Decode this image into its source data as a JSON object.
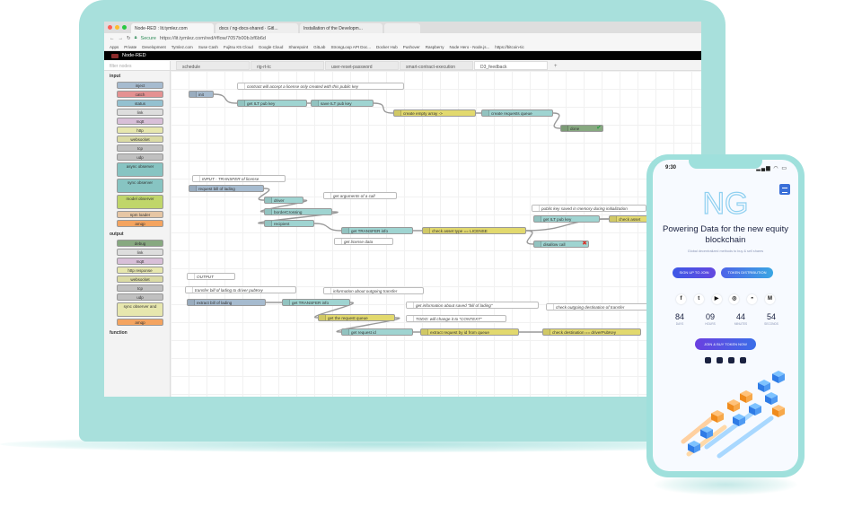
{
  "browser": {
    "tabs": [
      {
        "label": "Node-RED : lit.tymlez.com"
      },
      {
        "label": "docs / ng-docs-shared · Gitl..."
      },
      {
        "label": "Installation of the Developm..."
      },
      {
        "label": ""
      }
    ],
    "url": {
      "secure_label": "Secure",
      "address": "https://lit.tymlez.com/red/#flow/7057b00b.bf6b6d"
    },
    "bookmarks": [
      "Apps",
      "Private",
      "Development",
      "Tymlez.com",
      "Suse Cash",
      "Fujitsu K5 Cloud",
      "Google Cloud",
      "Sharepoint",
      "GitLab",
      "StrongLoop API Doc...",
      "Docker Hub",
      "Pushover",
      "Raspberry",
      "Node Hero - Node.js...",
      "https://bitcoin-tic"
    ]
  },
  "nodered": {
    "app_title": "Node-RED",
    "filter_placeholder": "filter nodes",
    "palette": {
      "input_label": "input",
      "output_label": "output",
      "function_label": "function",
      "input_nodes": [
        {
          "label": "inject",
          "color": "#a6bbcf"
        },
        {
          "label": "catch",
          "color": "#e49191"
        },
        {
          "label": "status",
          "color": "#94c1d0"
        },
        {
          "label": "link",
          "color": "#dddddd"
        },
        {
          "label": "mqtt",
          "color": "#d8bfd8"
        },
        {
          "label": "http",
          "color": "#e7e7ae"
        },
        {
          "label": "websocket",
          "color": "#dbdba4"
        },
        {
          "label": "tcp",
          "color": "#c0c0c0"
        },
        {
          "label": "udp",
          "color": "#c0c0c0"
        },
        {
          "label": "async observer",
          "color": "#87c4c2",
          "tall": true
        },
        {
          "label": "sync observer",
          "color": "#87c4c2",
          "tall": true
        },
        {
          "label": "model observer",
          "color": "#c0d66a",
          "tall": true
        },
        {
          "label": "npm loader",
          "color": "#e6c6a4"
        },
        {
          "label": "amqp",
          "color": "#f4a460"
        }
      ],
      "output_nodes": [
        {
          "label": "debug",
          "color": "#87a980"
        },
        {
          "label": "link",
          "color": "#dddddd"
        },
        {
          "label": "mqtt",
          "color": "#d8bfd8"
        },
        {
          "label": "http response",
          "color": "#e7e7ae"
        },
        {
          "label": "websocket",
          "color": "#dbdba4"
        },
        {
          "label": "tcp",
          "color": "#c0c0c0"
        },
        {
          "label": "udp",
          "color": "#c0c0c0"
        },
        {
          "label": "sync observer and",
          "color": "#e7e7ae",
          "tall": true
        },
        {
          "label": "amqp",
          "color": "#f4a460"
        }
      ]
    },
    "flow_tabs": [
      {
        "label": "schedule"
      },
      {
        "label": "rig-rt-tc"
      },
      {
        "label": "user-reset-password"
      },
      {
        "label": "smart-contract-execution"
      },
      {
        "label": "D3_feedback"
      }
    ],
    "add_tab": "+",
    "flow_nodes": [
      {
        "label": "init",
        "kind": "inject"
      },
      {
        "label": "contract will accept a license only created with this public key",
        "kind": "comment"
      },
      {
        "label": "get ILT pub key",
        "kind": "func"
      },
      {
        "label": "save ILT pub key",
        "kind": "func"
      },
      {
        "label": "create empty array ->",
        "kind": "change"
      },
      {
        "label": "create requests queue",
        "kind": "func"
      },
      {
        "label": "done",
        "kind": "debug"
      },
      {
        "label": "INPUT - TRANSFER of license",
        "kind": "comment"
      },
      {
        "label": "request bill of lading",
        "kind": "inject"
      },
      {
        "label": "get arguments of a call",
        "kind": "comment"
      },
      {
        "label": "driver",
        "kind": "func"
      },
      {
        "label": "borderCrossing",
        "kind": "func"
      },
      {
        "label": "recipient",
        "kind": "func"
      },
      {
        "label": "public key saved in memory during initialization",
        "kind": "comment"
      },
      {
        "label": "get ILT pub key",
        "kind": "func"
      },
      {
        "label": "check asset",
        "kind": "switch"
      },
      {
        "label": "get TRANSFER info",
        "kind": "func"
      },
      {
        "label": "check asset type == LICENSE",
        "kind": "switch"
      },
      {
        "label": "get license data",
        "kind": "comment"
      },
      {
        "label": "disallow call",
        "kind": "func"
      },
      {
        "label": "OUTPUT",
        "kind": "comment"
      },
      {
        "label": "transfer bill of lading to driver pubKey",
        "kind": "comment"
      },
      {
        "label": "information about outgoing transfer",
        "kind": "comment"
      },
      {
        "label": "extract bill of lading",
        "kind": "inject"
      },
      {
        "label": "get TRANSFER info",
        "kind": "func"
      },
      {
        "label": "get information about saved \"bill of lading\"",
        "kind": "comment"
      },
      {
        "label": "check outgoing destination of transfer",
        "kind": "comment"
      },
      {
        "label": "get the request queue",
        "kind": "change"
      },
      {
        "label": "TODO: will change it to \"CONTEXT\"",
        "kind": "comment"
      },
      {
        "label": "get request id",
        "kind": "func"
      },
      {
        "label": "extract request by id from queue",
        "kind": "change"
      },
      {
        "label": "check destination == driverPubKey",
        "kind": "switch"
      }
    ],
    "colors": {
      "inject": "#a6bbcf",
      "func": "#9fd4d1",
      "change": "#e2d96e",
      "switch": "#e2d96e",
      "debug": "#87a980",
      "comment": "#ffffff"
    }
  },
  "phone": {
    "time": "9:30",
    "logo_text": "NG",
    "headline": "Powering Data for the new equity blockchain",
    "subline": "Global decentralized methods to buy & sell shares",
    "signup_label": "SIGN UP TO JOIN",
    "token_label": "TOKEN DISTRIBUTION",
    "socials": [
      "f",
      "t",
      "▶",
      "◎",
      "◓",
      "M"
    ],
    "countdown": [
      {
        "value": "84",
        "unit": "DAYS"
      },
      {
        "value": "09",
        "unit": "HOURS"
      },
      {
        "value": "44",
        "unit": "MINUTES"
      },
      {
        "value": "54",
        "unit": "SECONDS"
      }
    ],
    "buy_label": "JOIN & BUY TOKEN NOW",
    "accent": "#3a55e0",
    "frame_color": "#9fe0dc"
  }
}
